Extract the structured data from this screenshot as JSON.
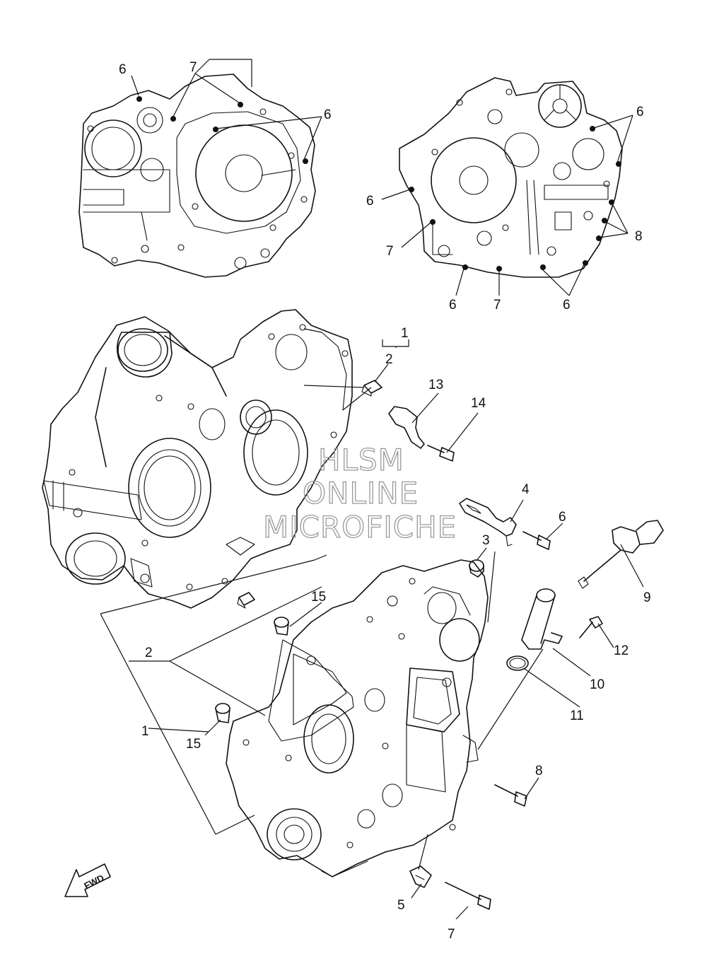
{
  "callouts": [
    "1",
    "2",
    "3",
    "4",
    "5",
    "6",
    "7",
    "8",
    "9",
    "10",
    "11",
    "12",
    "13",
    "14",
    "15"
  ],
  "watermark": [
    "HLSM",
    "ONLINE",
    "MICROFICHE"
  ],
  "fwd_label": "FWD"
}
